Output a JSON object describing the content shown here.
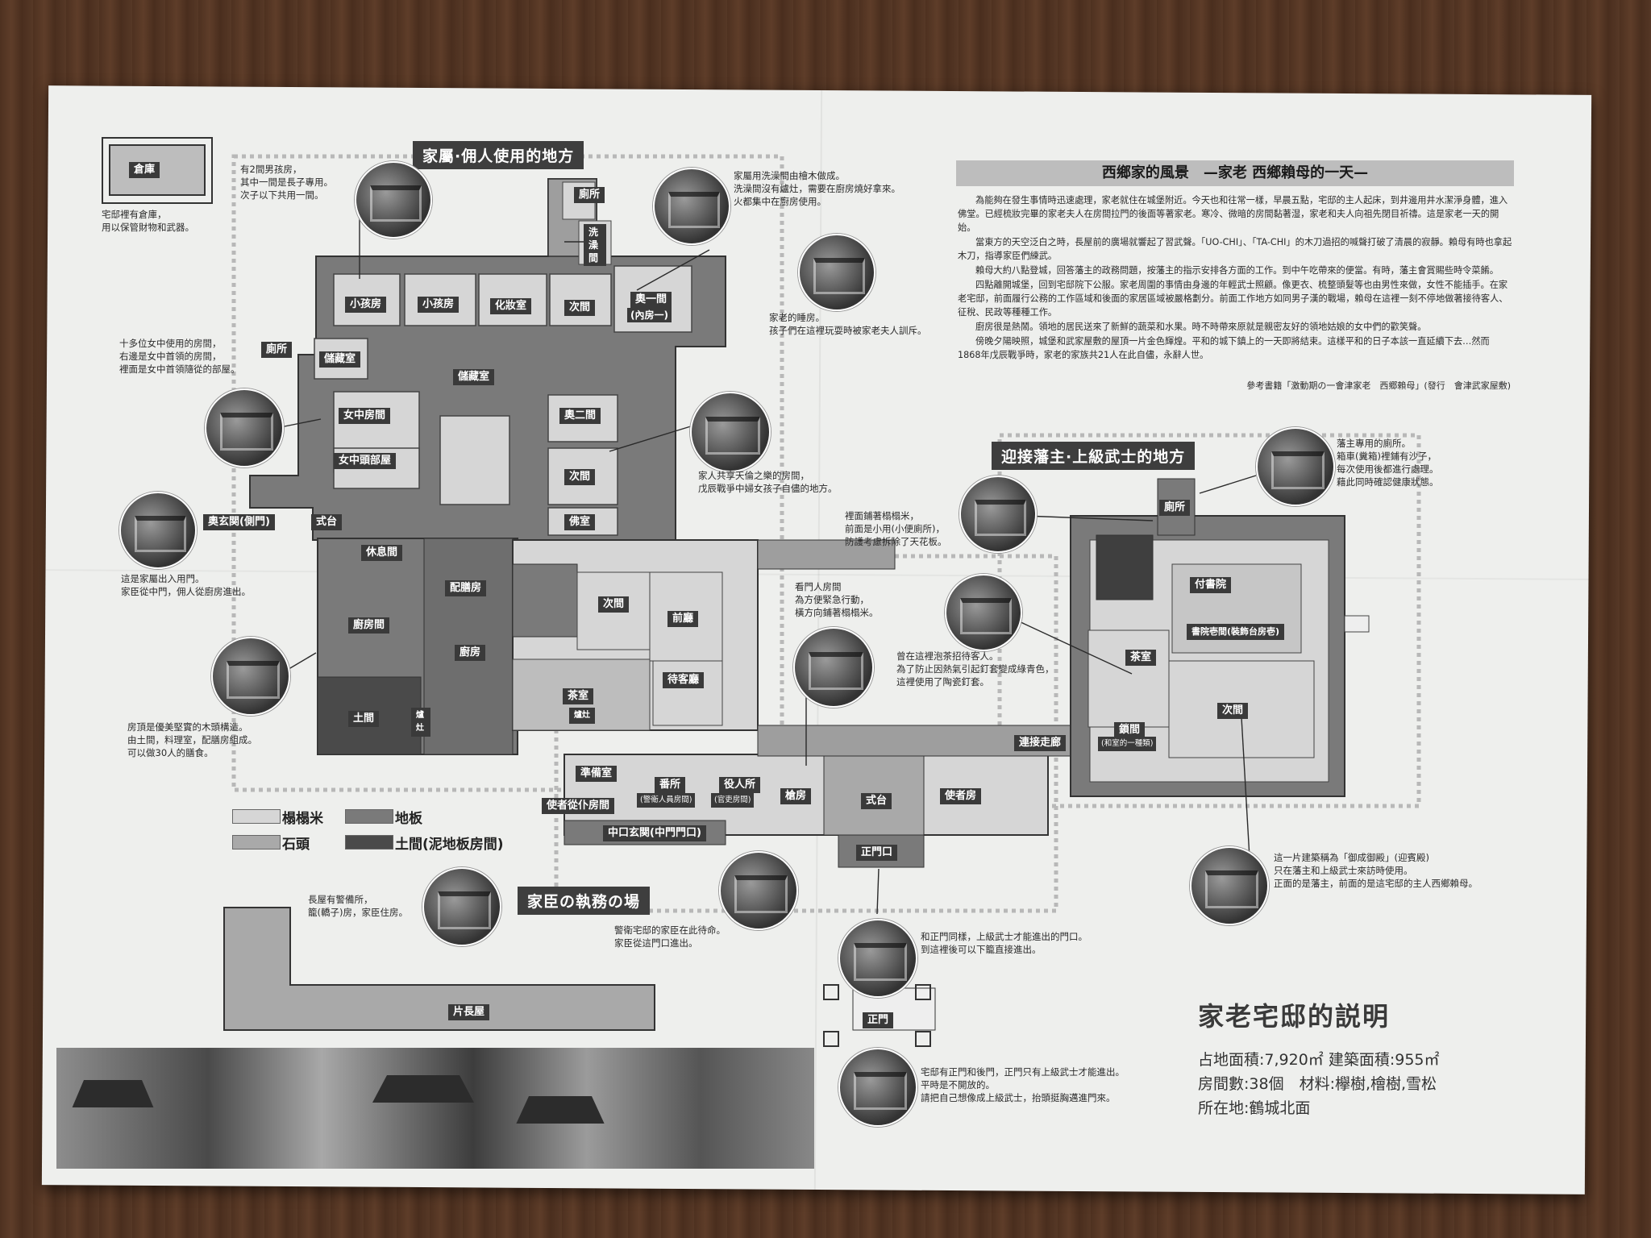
{
  "section_headings": {
    "family": "家屬·佣人使用的地方",
    "lord": "迎接藩主·上級武士的地方",
    "retainers": "家臣の執務の場"
  },
  "essay": {
    "title": "西鄉家的風景　—家老 西鄉賴母的一天—",
    "paragraphs": [
      "為能夠在發生事情時迅速處理，家老就住在城堡附近。今天也和往常一樣，早晨五點，宅邸的主人起床，到井邊用井水潔淨身體，進入佛堂。已經梳妝完畢的家老夫人在房間拉門的後面等著家老。寒冷、微暗的房間黏著湿，家老和夫人向祖先閉目祈禱。這是家老一天的開始。",
      "當東方的天空泛白之時，長屋前的廣場就響起了習武聲。「UO-CHI」、「TA-CHI」的木刀過招的喊聲打破了清晨的寂靜。賴母有時也拿起木刀，指導家臣們練武。",
      "賴母大約八點登城，回答藩主的政務問題，按藩主的指示安排各方面的工作。到中午吃帶來的便當。有時，藩主會賞賜些時令菜餚。",
      "四點離開城堡，回到宅邸院下公服。家老周圍的事情由身邊的年輕武士照顧。像更衣、梳整頭髮等也由男性來做，女性不能插手。在家老宅邸，前面履行公務的工作區域和後面的家居區域被嚴格劃分。前面工作地方如同男子漢的戰場，賴母在這裡一刻不停地做著接待客人、征稅、民政等種種工作。",
      "廚房很是熱鬧。領地的居民送來了新鮮的蔬菜和水果。時不時帶來原就是親密友好的領地姑娘的女中們的歡笑聲。",
      "傍晚夕陽映照，城堡和武家屋敷的屋頂一片金色輝煌。平和的城下鎮上的一天即將結束。這樣平和的日子本該一直延續下去…然而1868年戊辰戰爭時，家老的家族共21人在此自儘，永辭人世。"
    ],
    "reference": "參考書籍「激動期の一會津家老　西郷賴母」(發行　會津武家屋敷)"
  },
  "notes": {
    "storehouse": "宅邸裡有倉庫，\n用以保管財物和武器。",
    "boys_room": "有2間男孩房，\n其中一間是長子專用。\n次子以下共用一間。",
    "washroom": "家屬用洗澡間由檜木做成。\n洗澡間沒有爐灶，需要在廚房燒好拿來。\n火都集中在廚房使用。",
    "bedroom": "家老的睡房。\n孩子們在這裡玩耍時被家老夫人訓斥。",
    "maids": "十多位女中使用的房間，\n右邊是女中首領的房間，\n裡面是女中首領隨從的部屋。",
    "family_room": "家人共享天倫之樂的房間，\n戊辰戰爭中婦女孩子自儘的地方。",
    "side_entrance": "這是家屬出入用門。\n家臣從中門，佣人從廚房進出。",
    "kitchen": "房頂是優美堅實的木頭構造。\n由土間，料理室，配膳房組成。\n可以做30人的膳食。",
    "tatami_toilet": "裡面鋪著榻榻米，\n前面是小用(小便廁所)，\n防護考慮拆除了天花板。",
    "gatekeeper": "看門人房間\n為方便緊急行動，\n橫方向鋪著榻榻米。",
    "tea_guest": "曾在這裡泡茶招待客人。\n為了防止因熱氣引起釘套變成綠青色，\n這裡使用了陶瓷釘套。",
    "lord_toilet": "藩主專用的廁所。\n箱車(糞箱)裡鋪有沙子，\n每次使用後都進行處理。\n藉此同時確認健康狀態。",
    "reception": "這一片建築稱為「御成御殿」(迎賓殿)\n只在藩主和上級武士來訪時使用。\n正面的是藩主，前面的是這宅邸的主人西鄉賴母。",
    "long_house": "長屋有警備所，\n籠(轎子)房，家臣住房。",
    "retainer_entry": "警衛宅邸的家臣在此待命。\n家臣從這門口進出。",
    "main_entrance": "和正門同樣，上級武士才能進出的門口。\n到這裡後可以下籠直接進出。",
    "main_gate": "宅邸有正門和後門，正門只有上級武士才能進出。\n平時是不開放的。\n請把自己想像成上級武士，抬頭挺胸邁進門來。"
  },
  "rooms": {
    "storehouse": "倉庫",
    "toilet_1": "廁所",
    "bath": "洗澡間",
    "boys_1": "小孩房",
    "boys_2": "小孩房",
    "dressing": "化妝室",
    "next_1": "次間",
    "inner_1": "奧一間",
    "inner_1b": "(內房一)",
    "toilet_2": "廁所",
    "storage_1": "儲藏室",
    "storage_2": "儲藏室",
    "maid_room": "女中房間",
    "maid_head": "女中頭部屋",
    "inner_2": "奧二間",
    "next_2": "次間",
    "buddha": "佛室",
    "side_gate": "奧玄関(側門)",
    "shikidai_1": "式台",
    "rest": "休息間",
    "serving": "配膳房",
    "kitchen_room": "廚房間",
    "kitchen": "廚房",
    "doma": "土間",
    "stove_1": "爐灶",
    "next_3": "次間",
    "front_hall": "前廳",
    "waiting": "待客廳",
    "tea_1": "茶室",
    "stove_2": "爐灶",
    "prep": "準備室",
    "guard": "番所",
    "guard_sub": "(警衛人員房間)",
    "officials": "役人所",
    "officials_sub": "(官吏房間)",
    "spear": "槍房",
    "shikidai_2": "式台",
    "messenger": "使者房",
    "attendant": "使者從仆房間",
    "middle_gate": "中口玄関(中門門口)",
    "main_entry": "正門口",
    "corridor": "連接走廊",
    "toilet_3": "廁所",
    "study": "付書院",
    "shoin": "書院壱間(裝飾台房壱)",
    "tea_2": "茶室",
    "next_4": "次間",
    "kusari": "鎖間",
    "kusari_sub": "(和室的一種類)",
    "long_house": "片長屋",
    "gate": "正門"
  },
  "legend": {
    "tatami": "榻榻米",
    "floor": "地板",
    "stone": "石頭",
    "doma": "土間(泥地板房間)"
  },
  "summary": {
    "title": "家老宅邸的説明",
    "line1": "占地面積:7,920㎡ 建築面積:955㎡",
    "line2": "房間數:38個　材料:欅樹,檜樹,雪松",
    "line3": "所在地:鶴城北面"
  },
  "colors": {
    "tatami": "#d6d6d6",
    "floor": "#7a7a7a",
    "stone": "#a9a9a9",
    "doma": "#4a4a4a",
    "label_bg": "#3a3a3a"
  }
}
